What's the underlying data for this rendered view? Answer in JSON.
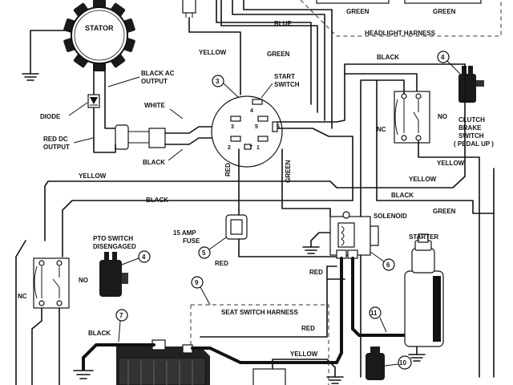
{
  "diagram": {
    "components": {
      "stator": "STATOR",
      "black_ac_output": [
        "BLACK AC",
        "OUTPUT"
      ],
      "diode": "DIODE",
      "red_dc_output": [
        "RED DC",
        "OUTPUT"
      ],
      "start_switch": [
        "START",
        "SWITCH"
      ],
      "headlight_harness": "HEADLIGHT HARNESS",
      "clutch_brake_switch": [
        "CLUTCH",
        "BRAKE",
        "SWITCH",
        "( PEDAL UP )"
      ],
      "fuse": [
        "15 AMP",
        "FUSE"
      ],
      "solenoid": "SOLENOID",
      "pto_switch": [
        "PTO SWITCH",
        "DISENGAGED"
      ],
      "starter": "STARTER",
      "seat_switch_harness": "SEAT SWITCH HARNESS"
    },
    "switch_labels": {
      "nc": "NC",
      "no": "NO"
    },
    "wire_labels": {
      "blue": "BLUE",
      "yellow": "YELLOW",
      "green": "GREEN",
      "black": "BLACK",
      "white": "WHITE",
      "red": "RED"
    },
    "callouts": [
      "3",
      "4",
      "4",
      "5",
      "6",
      "7",
      "9",
      "10",
      "11"
    ],
    "terminal_numbers": [
      "4",
      "3",
      "5",
      "6",
      "2",
      "7",
      "1"
    ]
  }
}
